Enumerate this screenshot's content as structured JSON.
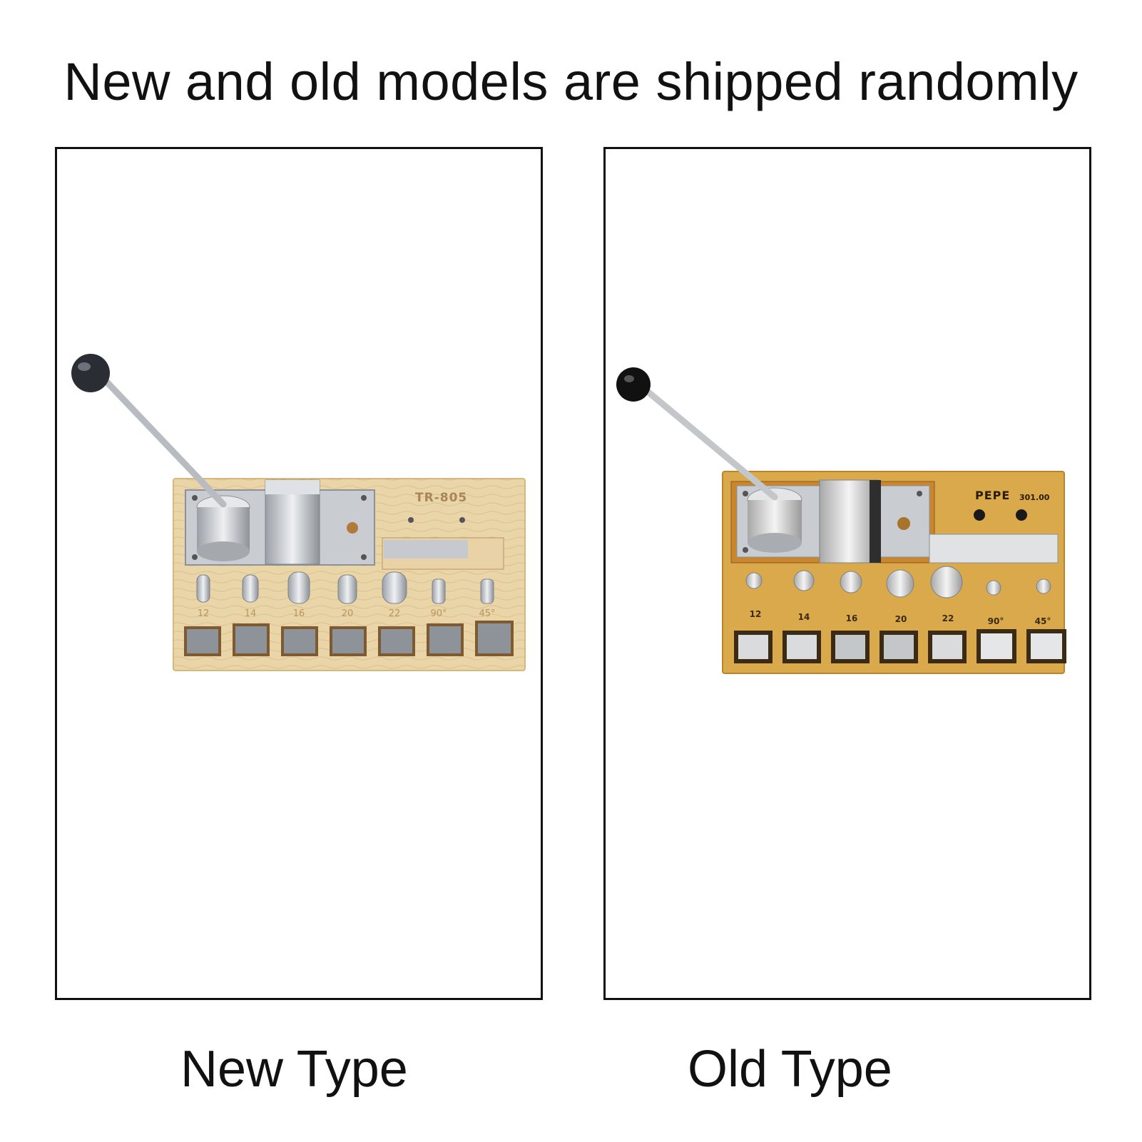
{
  "headline": "New and old models are shipped randomly",
  "panels": [
    {
      "caption": "New Type",
      "board_label": "TR-805",
      "board_color": "#e8cfa0",
      "die_labels": [
        "12",
        "14",
        "16",
        "20",
        "22",
        "90°",
        "45°"
      ]
    },
    {
      "caption": "Old Type",
      "board_label": "PEPE",
      "board_model": "301.00",
      "board_color": "#d8a94a",
      "die_labels": [
        "12",
        "14",
        "16",
        "20",
        "22",
        "90°",
        "45°"
      ]
    }
  ]
}
